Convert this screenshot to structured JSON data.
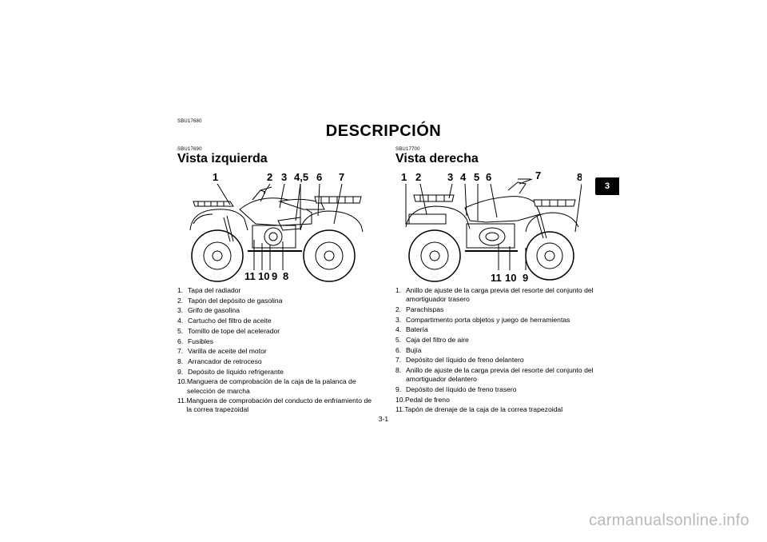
{
  "page": {
    "code": "SBU17680",
    "title": "DESCRIPCIÓN",
    "page_number": "3-1",
    "chapter_tab": "3",
    "watermark": "carmanualsonline.info"
  },
  "left": {
    "code": "SBU17690",
    "title": "Vista izquierda",
    "callouts_top": [
      "1",
      "2",
      "3",
      "4,5",
      "6",
      "7"
    ],
    "callouts_bottom": [
      "11",
      "10",
      "9",
      "8"
    ],
    "items": [
      {
        "num": "1.",
        "text": "Tapa del radiador"
      },
      {
        "num": "2.",
        "text": "Tapón del depósito de gasolina"
      },
      {
        "num": "3.",
        "text": "Grifo de gasolina"
      },
      {
        "num": "4.",
        "text": "Cartucho del filtro de aceite"
      },
      {
        "num": "5.",
        "text": "Tornillo de tope del acelerador"
      },
      {
        "num": "6.",
        "text": "Fusibles"
      },
      {
        "num": "7.",
        "text": "Varilla de aceite del motor"
      },
      {
        "num": "8.",
        "text": "Arrancador de retroceso"
      },
      {
        "num": "9.",
        "text": "Depósito de líquido refrigerante"
      },
      {
        "num": "10.",
        "text": "Manguera de comprobación de la caja de la palanca de selección de marcha"
      },
      {
        "num": "11.",
        "text": "Manguera de comprobación del conducto de enfriamiento de la correa trapezoidal"
      }
    ]
  },
  "right": {
    "code": "SBU17700",
    "title": "Vista derecha",
    "callouts_top": [
      "1",
      "2",
      "3",
      "4",
      "5",
      "6",
      "7",
      "8"
    ],
    "callouts_bottom": [
      "11",
      "10",
      "9"
    ],
    "items": [
      {
        "num": "1.",
        "text": "Anillo de ajuste de la carga previa del resorte del conjunto del amortiguador trasero"
      },
      {
        "num": "2.",
        "text": "Parachispas"
      },
      {
        "num": "3.",
        "text": "Compartimento porta objetos y juego de herramientas"
      },
      {
        "num": "4.",
        "text": "Batería"
      },
      {
        "num": "5.",
        "text": "Caja del filtro de aire"
      },
      {
        "num": "6.",
        "text": "Bujía"
      },
      {
        "num": "7.",
        "text": "Depósito del líquido de freno delantero"
      },
      {
        "num": "8.",
        "text": "Anillo de ajuste de la carga previa del resorte del conjunto del amortiguador delantero"
      },
      {
        "num": "9.",
        "text": "Depósito del líquido de freno trasero"
      },
      {
        "num": "10.",
        "text": "Pedal de freno"
      },
      {
        "num": "11.",
        "text": "Tapón de drenaje de la caja de la correa trapezoidal"
      }
    ]
  }
}
